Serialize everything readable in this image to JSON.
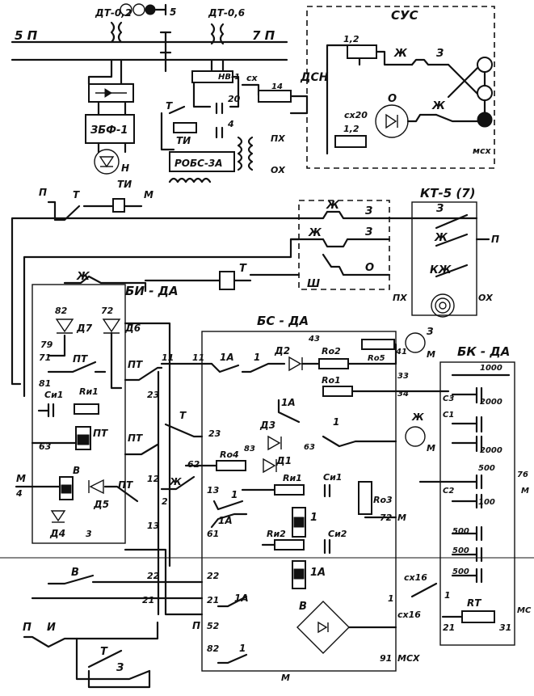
{
  "top": {
    "lbl_dt02": "ДТ-0,2",
    "lbl_dt06": "ДТ-0,6",
    "lbl_5": "5",
    "lbl_5p": "5 П",
    "lbl_7p": "7 П",
    "lbl_zbf": "ЗБФ-1",
    "lbl_n": "Н",
    "lbl_t": "Т",
    "lbl_ti": "ТИ",
    "lbl_nv": "НВ-1",
    "lbl_20": "20",
    "lbl_4": "4",
    "lbl_robs": "РОБС-3А",
    "lbl_px": "ПХ",
    "lbl_ox": "ОХ",
    "lbl_cx": "сх",
    "lbl_14": "14",
    "lbl_dsn": "ДСН"
  },
  "sus": {
    "title": "СУС",
    "r1": "1,2",
    "r2": "1,2",
    "zh1": "Ж",
    "z1": "З",
    "zh2": "Ж",
    "o": "О",
    "cx20": "сх20",
    "msx": "мсх"
  },
  "legend": {
    "p": "П",
    "t": "Т",
    "ti": "ТИ",
    "m": "М"
  },
  "sh": {
    "zh1": "Ж",
    "z1": "З",
    "zh2": "Ж",
    "z2": "З",
    "o": "О",
    "label": "Ш"
  },
  "kt": {
    "title": "КТ-5 (7)",
    "z": "З",
    "zh": "Ж",
    "kzh": "КЖ",
    "p": "П",
    "px": "ПХ",
    "ox": "ОХ"
  },
  "bi": {
    "title": "БИ - ДА",
    "zh": "Ж",
    "t": "Т",
    "n82": "82",
    "n72": "72",
    "d7": "Д7",
    "d6": "Д6",
    "n79": "79",
    "n71": "71",
    "pt1": "ПТ",
    "n81": "81",
    "ci1": "Си1",
    "ri1": "Rи1",
    "pt2": "ПТ",
    "n63": "63",
    "b": "В",
    "d5": "Д5",
    "pt3": "ПТ",
    "d4": "Д4",
    "m": "М",
    "n4": "4",
    "n3": "3",
    "n13": "13"
  },
  "bs": {
    "title": "БС - ДА",
    "n43": "43",
    "pt1": "ПТ",
    "n11a": "11",
    "n11b": "11",
    "s1a": "1А",
    "s1": "1",
    "d2": "Д2",
    "ro2": "Rо2",
    "ro5": "Rо5",
    "n41": "41",
    "z_motor": "З",
    "m1": "М",
    "n33": "33",
    "ro1": "Rо1",
    "n34": "34",
    "n23a": "23",
    "t": "Т",
    "n23b": "23",
    "s1a2": "1А",
    "d3": "Д3",
    "n63": "63",
    "s12": "1",
    "zh_motor": "Ж",
    "m2": "М",
    "pt2": "ПТ",
    "n83": "83",
    "ro4": "Rо4",
    "d1": "Д1",
    "n62a": "62",
    "n12": "12",
    "zh": "Ж",
    "n13": "13",
    "n2": "2",
    "s13": "1",
    "ri1": "Rи1",
    "ci1": "Си1",
    "ro3": "Rо3",
    "s1a3": "1А",
    "k1": "1",
    "n72": "72",
    "m3": "М",
    "n61": "61",
    "ri2": "Rи2",
    "ci2": "Си2",
    "k1a": "1А",
    "b": "В",
    "n22a": "22",
    "n22b": "22",
    "n21a": "21",
    "n21b": "21",
    "s1a4": "1А",
    "n1": "1",
    "cx16": "сх16",
    "b2": "В",
    "p": "П",
    "n52": "52",
    "n82": "82",
    "s14": "1",
    "m4": "М",
    "n91": "91",
    "msx": "МСХ"
  },
  "bk": {
    "title": "БК - ДА",
    "c1000": "1000",
    "c3": "С3",
    "c2000a": "2000",
    "c1": "С1",
    "c2000b": "2000",
    "c500a": "500",
    "c2": "С2",
    "c100": "100",
    "c500b": "500",
    "c500c": "500",
    "c500d": "500",
    "rt": "RТ",
    "n1": "1",
    "n21": "21",
    "n31": "31",
    "cx16": "сх16",
    "n76": "76",
    "mc": "МС",
    "m": "М"
  },
  "bottom": {
    "p": "П",
    "i": "И",
    "t": "Т",
    "z": "З"
  }
}
